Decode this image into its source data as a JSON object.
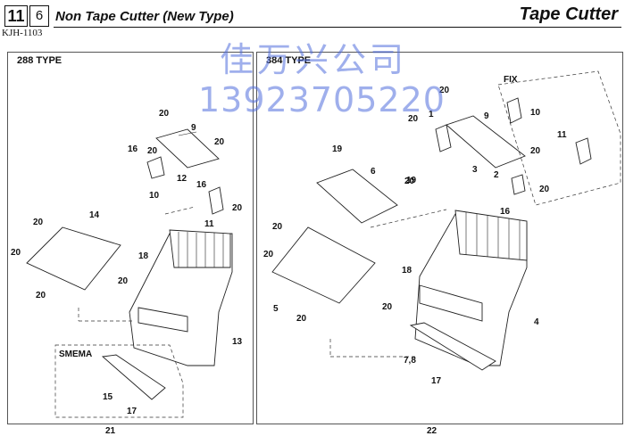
{
  "header": {
    "chapter": "11",
    "subchapter": "6",
    "title": "Non Tape Cutter (New Type)",
    "section": "Tape Cutter",
    "code": "KJH-1103"
  },
  "panels": {
    "left": {
      "label": "288 TYPE",
      "sub_label": "SMEMA"
    },
    "right": {
      "label": "384 TYPE",
      "sub_label": "FIX"
    }
  },
  "watermark": {
    "company": "佳万兴公司",
    "phone": "13923705220"
  },
  "parts_left": [
    "20",
    "9",
    "20",
    "16",
    "20",
    "12",
    "10",
    "16",
    "20",
    "11",
    "14",
    "20",
    "20",
    "18",
    "20",
    "20",
    "13",
    "15",
    "17",
    "21"
  ],
  "parts_right": [
    "20",
    "1",
    "20",
    "9",
    "10",
    "11",
    "19",
    "6",
    "20",
    "3",
    "20",
    "19",
    "2",
    "20",
    "16",
    "20",
    "20",
    "18",
    "5",
    "20",
    "20",
    "4",
    "7,8",
    "17",
    "22"
  ],
  "colors": {
    "watermark": "#506edc",
    "line": "#222222"
  }
}
